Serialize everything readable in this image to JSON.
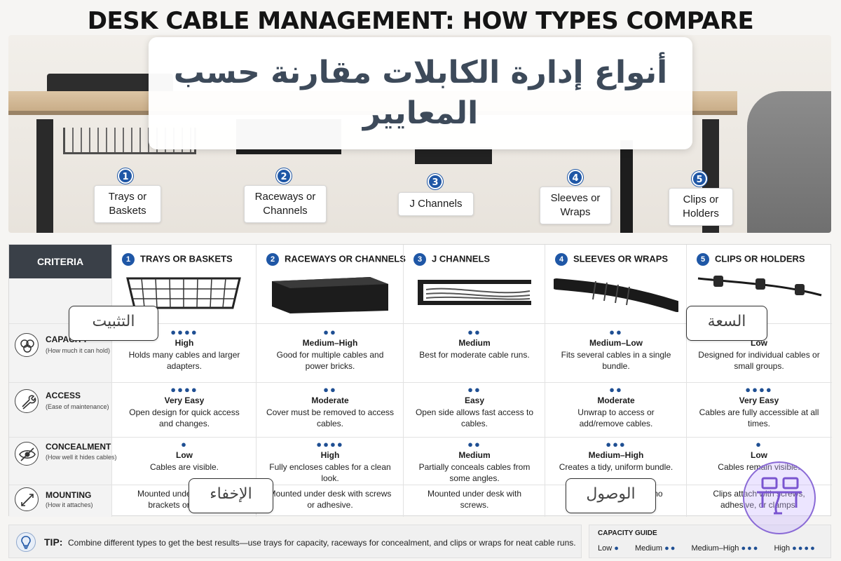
{
  "title": "DESK CABLE MANAGEMENT: HOW TYPES COMPARE",
  "ar_title": "أنواع إدارة الكابلات مقارنة حسب المعايير",
  "hero_labels": [
    {
      "num": "1",
      "label": "Trays or Baskets"
    },
    {
      "num": "2",
      "label": "Raceways or Channels"
    },
    {
      "num": "3",
      "label": "J Channels"
    },
    {
      "num": "4",
      "label": "Sleeves or Wraps"
    },
    {
      "num": "5",
      "label": "Clips or Holders"
    }
  ],
  "table": {
    "criteria_header": "CRITERIA",
    "columns": [
      {
        "num": "1",
        "title": "TRAYS OR BASKETS"
      },
      {
        "num": "2",
        "title": "RACEWAYS OR CHANNELS"
      },
      {
        "num": "3",
        "title": "J CHANNELS"
      },
      {
        "num": "4",
        "title": "SLEEVES OR WRAPS"
      },
      {
        "num": "5",
        "title": "CLIPS OR HOLDERS"
      }
    ],
    "criteria": [
      {
        "name": "CAPACITY",
        "sub": "(How much it can hold)",
        "icon": "circles-icon"
      },
      {
        "name": "ACCESS",
        "sub": "(Ease of maintenance)",
        "icon": "wrench-icon"
      },
      {
        "name": "CONCEALMENT",
        "sub": "(How well it hides cables)",
        "icon": "eye-slash-icon"
      },
      {
        "name": "MOUNTING",
        "sub": "(How it attaches)",
        "icon": "mount-icon"
      }
    ],
    "rows": [
      [
        {
          "dots": "●●●●",
          "level": "High",
          "desc": "Holds many cables and larger adapters."
        },
        {
          "dots": "●●",
          "level": "Medium–High",
          "desc": "Good for multiple cables and power bricks."
        },
        {
          "dots": "●●",
          "level": "Medium",
          "desc": "Best for moderate cable runs."
        },
        {
          "dots": "●●",
          "level": "Medium–Low",
          "desc": "Fits several cables in a single bundle."
        },
        {
          "dots": "●",
          "level": "Low",
          "desc": "Designed for individual cables or small groups."
        }
      ],
      [
        {
          "dots": "●●●●",
          "level": "Very Easy",
          "desc": "Open design for quick access and changes."
        },
        {
          "dots": "●●",
          "level": "Moderate",
          "desc": "Cover must be removed to access cables."
        },
        {
          "dots": "●●",
          "level": "Easy",
          "desc": "Open side allows fast access to cables."
        },
        {
          "dots": "●●",
          "level": "Moderate",
          "desc": "Unwrap to access or add/remove cables."
        },
        {
          "dots": "●●●●",
          "level": "Very Easy",
          "desc": "Cables are fully accessible at all times."
        }
      ],
      [
        {
          "dots": "●",
          "level": "Low",
          "desc": "Cables are visible."
        },
        {
          "dots": "●●●●",
          "level": "High",
          "desc": "Fully encloses cables for a clean look."
        },
        {
          "dots": "●●",
          "level": "Medium",
          "desc": "Partially conceals cables from some angles."
        },
        {
          "dots": "●●●",
          "level": "Medium–High",
          "desc": "Creates a tidy, uniform bundle."
        },
        {
          "dots": "●",
          "level": "Low",
          "desc": "Cables remain visible."
        }
      ],
      [
        {
          "dots": "",
          "level": "",
          "desc": "Mounted under desk with brackets or screws."
        },
        {
          "dots": "",
          "level": "",
          "desc": "Mounted under desk with screws or adhesive."
        },
        {
          "dots": "",
          "level": "",
          "desc": "Mounted under desk with screws."
        },
        {
          "dots": "",
          "level": "",
          "desc": "Wraps around cables; no mounting needed."
        },
        {
          "dots": "",
          "level": "",
          "desc": "Clips attach with screws, adhesive, or clamps."
        }
      ]
    ]
  },
  "ar_tags": {
    "mounting": "التثبيت",
    "capacity": "السعة",
    "concealment": "الإخفاء",
    "access": "الوصول"
  },
  "tip": {
    "label": "TIP:",
    "text": "Combine different types to get the best results—use trays for capacity, raceways for concealment, and clips or wraps for neat cable runs."
  },
  "capacity_guide": {
    "title": "CAPACITY GUIDE",
    "items": [
      {
        "label": "Low",
        "dots": "●"
      },
      {
        "label": "Medium",
        "dots": "●●"
      },
      {
        "label": "Medium–High",
        "dots": "●●●"
      },
      {
        "label": "High",
        "dots": "●●●●"
      }
    ]
  },
  "colors": {
    "accent": "#1f57a6",
    "header_dark": "#3a4048"
  }
}
